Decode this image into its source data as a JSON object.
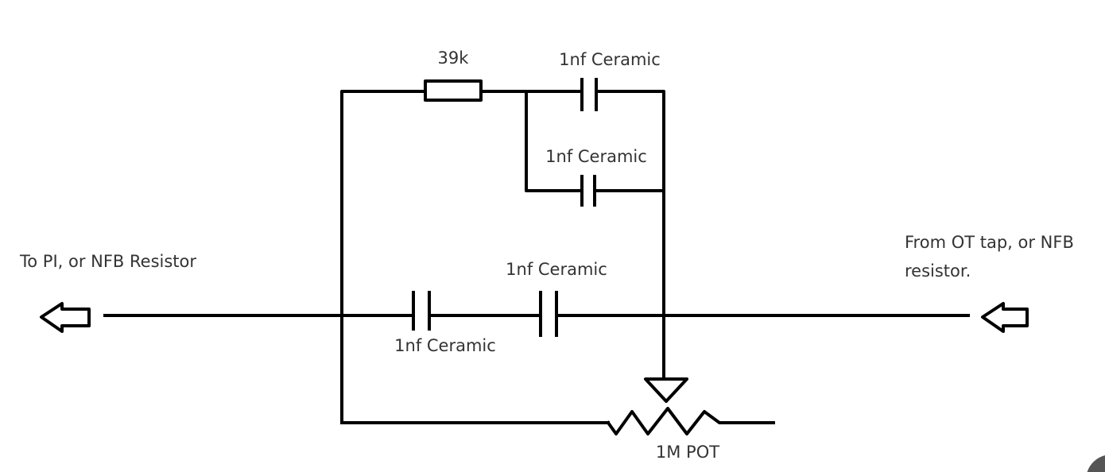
{
  "labels": {
    "resistor": "39k",
    "cap_top": "1nf Ceramic",
    "cap_middle": "1nf Ceramic",
    "cap_series_right": "1nf Ceramic",
    "cap_series_left": "1nf Ceramic",
    "left_port": "To PI, or NFB Resistor",
    "right_port_line1": "From OT tap, or NFB",
    "right_port_line2": "resistor.",
    "pot": "1M POT"
  }
}
